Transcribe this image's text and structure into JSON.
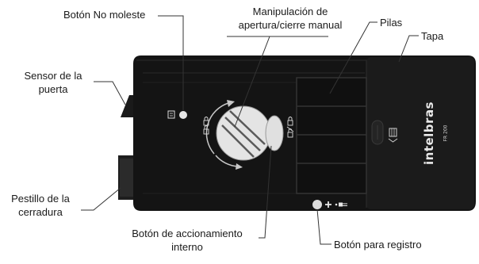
{
  "callouts": {
    "do_not_disturb_button": "Botón No moleste",
    "manual_handle": [
      "Manipulación de",
      "apertura/cierre manual"
    ],
    "batteries": "Pilas",
    "cover": "Tapa",
    "door_sensor": [
      "Sensor de la",
      "puerta"
    ],
    "lock_latch": [
      "Pestillo de la",
      "cerradura"
    ],
    "internal_drive_button": [
      "Botón de accionamiento",
      "interno"
    ],
    "registration_button": "Botón para registro"
  },
  "device": {
    "brand": "intelbras",
    "model": "FR 200",
    "registration_symbols": "+ •="
  },
  "colors": {
    "body": "#141414",
    "body_edge": "#2a2a2a",
    "cover": "#1c1c1c",
    "leader_line": "#333333",
    "label_text": "#1a1a1a",
    "button_light": "#dcdcdc"
  }
}
